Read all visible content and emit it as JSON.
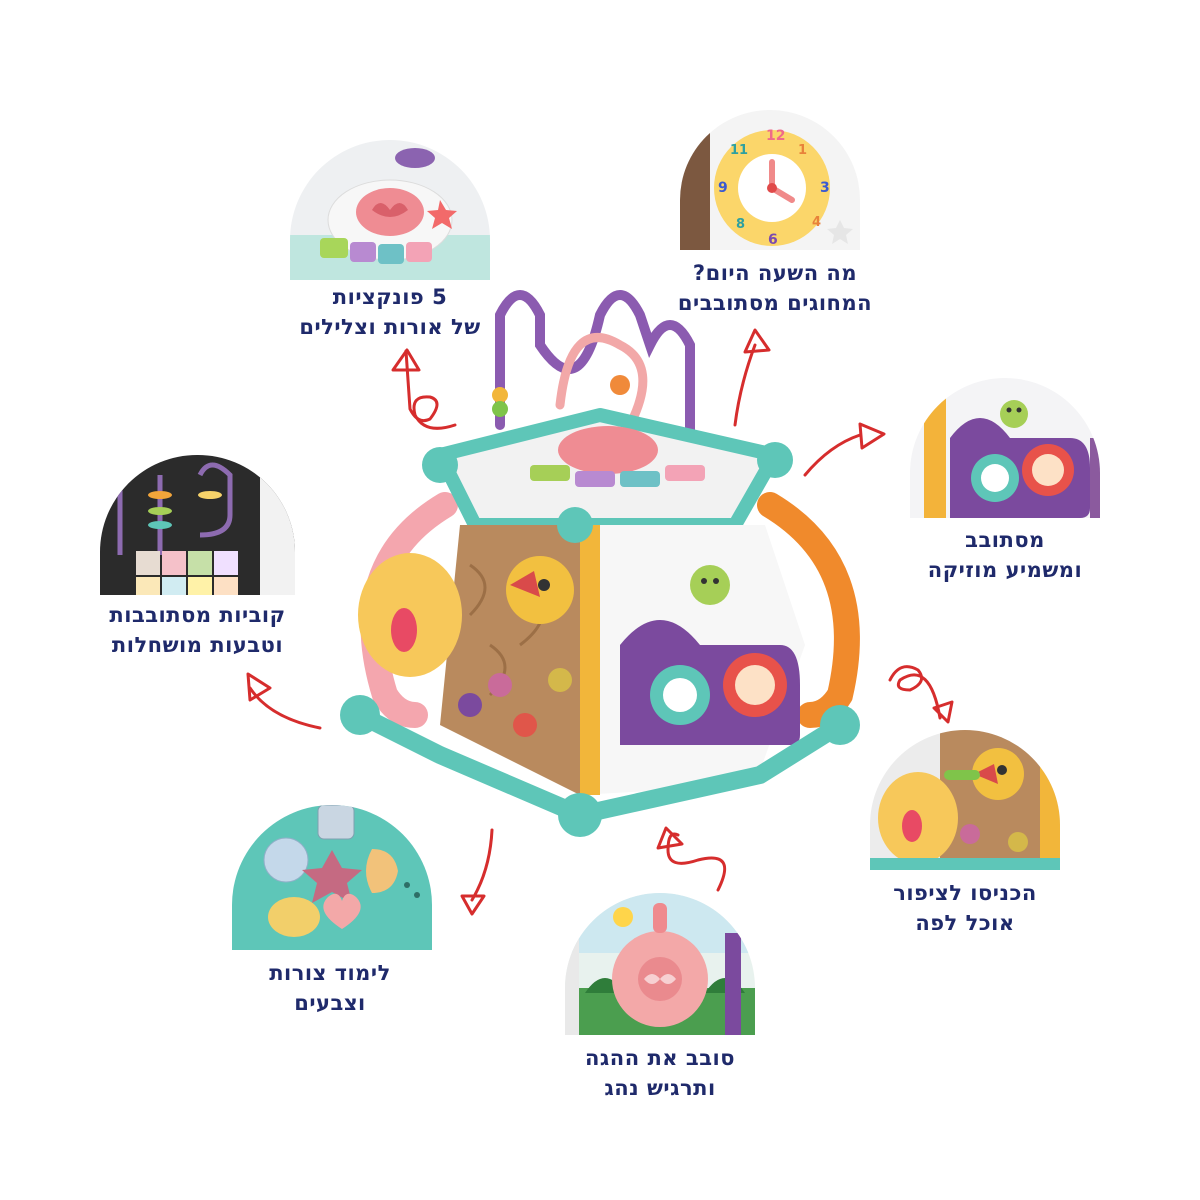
{
  "captions": {
    "lights_sounds": {
      "line1": "5 פונקציות",
      "line2": "של אורות וצלילים"
    },
    "clock": {
      "line1": "מה השעה היום?",
      "line2": "המחוגים מסתובבים"
    },
    "music": {
      "line1": "מסתובב",
      "line2": "ומשמיע מוזיקה"
    },
    "bird": {
      "line1": "הכניסו לציפור",
      "line2": "אוכל לפה"
    },
    "steering": {
      "line1": "סובב את ההגה",
      "line2": "ותרגיש נהג"
    },
    "shapes": {
      "line1": "לימוד צורות",
      "line2": "וצבעים"
    },
    "cubes": {
      "line1": "קוביות מסתובבות",
      "line2": "וטבעות מושחלות"
    }
  },
  "colors": {
    "caption": "#1f2a6b",
    "arrow": "#d62d2d",
    "teal": "#5ec6b8",
    "pink": "#f2a6a8",
    "purple": "#7b4a9e",
    "orange": "#f28b2c",
    "wood": "#b98a5e"
  },
  "icons": [
    "curl-arrow-icon",
    "bead-maze-icon",
    "steering-wheel-icon",
    "clock-icon",
    "bird-icon"
  ]
}
